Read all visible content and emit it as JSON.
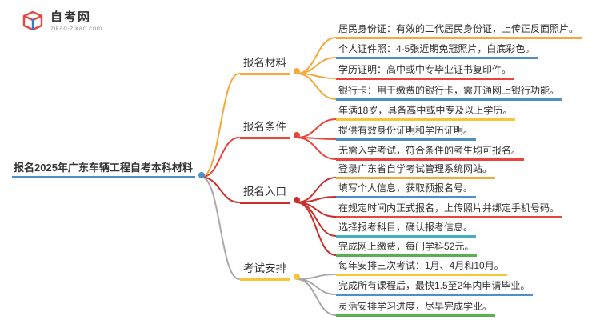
{
  "logo": {
    "title": "自考网",
    "subtitle": "zikao-zikao.com"
  },
  "root": {
    "label": "报名2025年广东车辆工程自考本科材料",
    "underline_color": "#4D8FC9",
    "dot_color": "#4D8FC9"
  },
  "branches": [
    {
      "label": "报名材料",
      "line_color": "#F5A93B",
      "underline_color": "#F5A93B",
      "dot_color": "#F5A93B",
      "leaves": [
        {
          "text": "居民身份证：有效的二代居民身份证，上传正反面照片。",
          "underline_color": "#F5A93B"
        },
        {
          "text": "个人证件照：4-5张近期免冠照片，白底彩色。",
          "underline_color": "#4D8FC9"
        },
        {
          "text": "学历证明：高中或中专毕业证书复印件。",
          "underline_color": "#E8453C"
        },
        {
          "text": "银行卡：用于缴费的银行卡，需开通网上银行功能。",
          "underline_color": "#4D8FC9"
        }
      ]
    },
    {
      "label": "报名条件",
      "line_color": "#E8453C",
      "underline_color": "#E8453C",
      "dot_color": "#E8453C",
      "leaves": [
        {
          "text": "年满18岁，具备高中或中专及以上学历。",
          "underline_color": "#F5C53B"
        },
        {
          "text": "提供有效身份证明和学历证明。",
          "underline_color": "#4D8FC9"
        },
        {
          "text": "无需入学考试，符合条件的考生均可报名。",
          "underline_color": "#E8453C"
        }
      ]
    },
    {
      "label": "报名入口",
      "line_color": "#C9302C",
      "underline_color": "#C9302C",
      "dot_color": "#C9302C",
      "leaves": [
        {
          "text": "登录广东省自学考试管理系统网站。",
          "underline_color": "#F5A93B"
        },
        {
          "text": "填写个人信息，获取预报名号。",
          "underline_color": "#4D8FC9"
        },
        {
          "text": "在规定时间内正式报名，上传照片并绑定手机号码。",
          "underline_color": "#E8453C"
        },
        {
          "text": "选择报考科目，确认报考信息。",
          "underline_color": "#45AEB8"
        },
        {
          "text": "完成网上缴费，每门学科52元。",
          "underline_color": "#56B14E"
        }
      ]
    },
    {
      "label": "考试安排",
      "line_color": "#A9A9A9",
      "underline_color": "#F5C53B",
      "dot_color": "#F5C53B",
      "leaves": [
        {
          "text": "每年安排三次考试：1月、4月和10月。",
          "underline_color": "#F5C53B"
        },
        {
          "text": "完成所有课程后，最快1.5至2年内申请毕业。",
          "underline_color": "#4D8FC9"
        },
        {
          "text": "灵活安排学习进度，尽早完成学业。",
          "underline_color": "#56B14E"
        }
      ]
    }
  ]
}
